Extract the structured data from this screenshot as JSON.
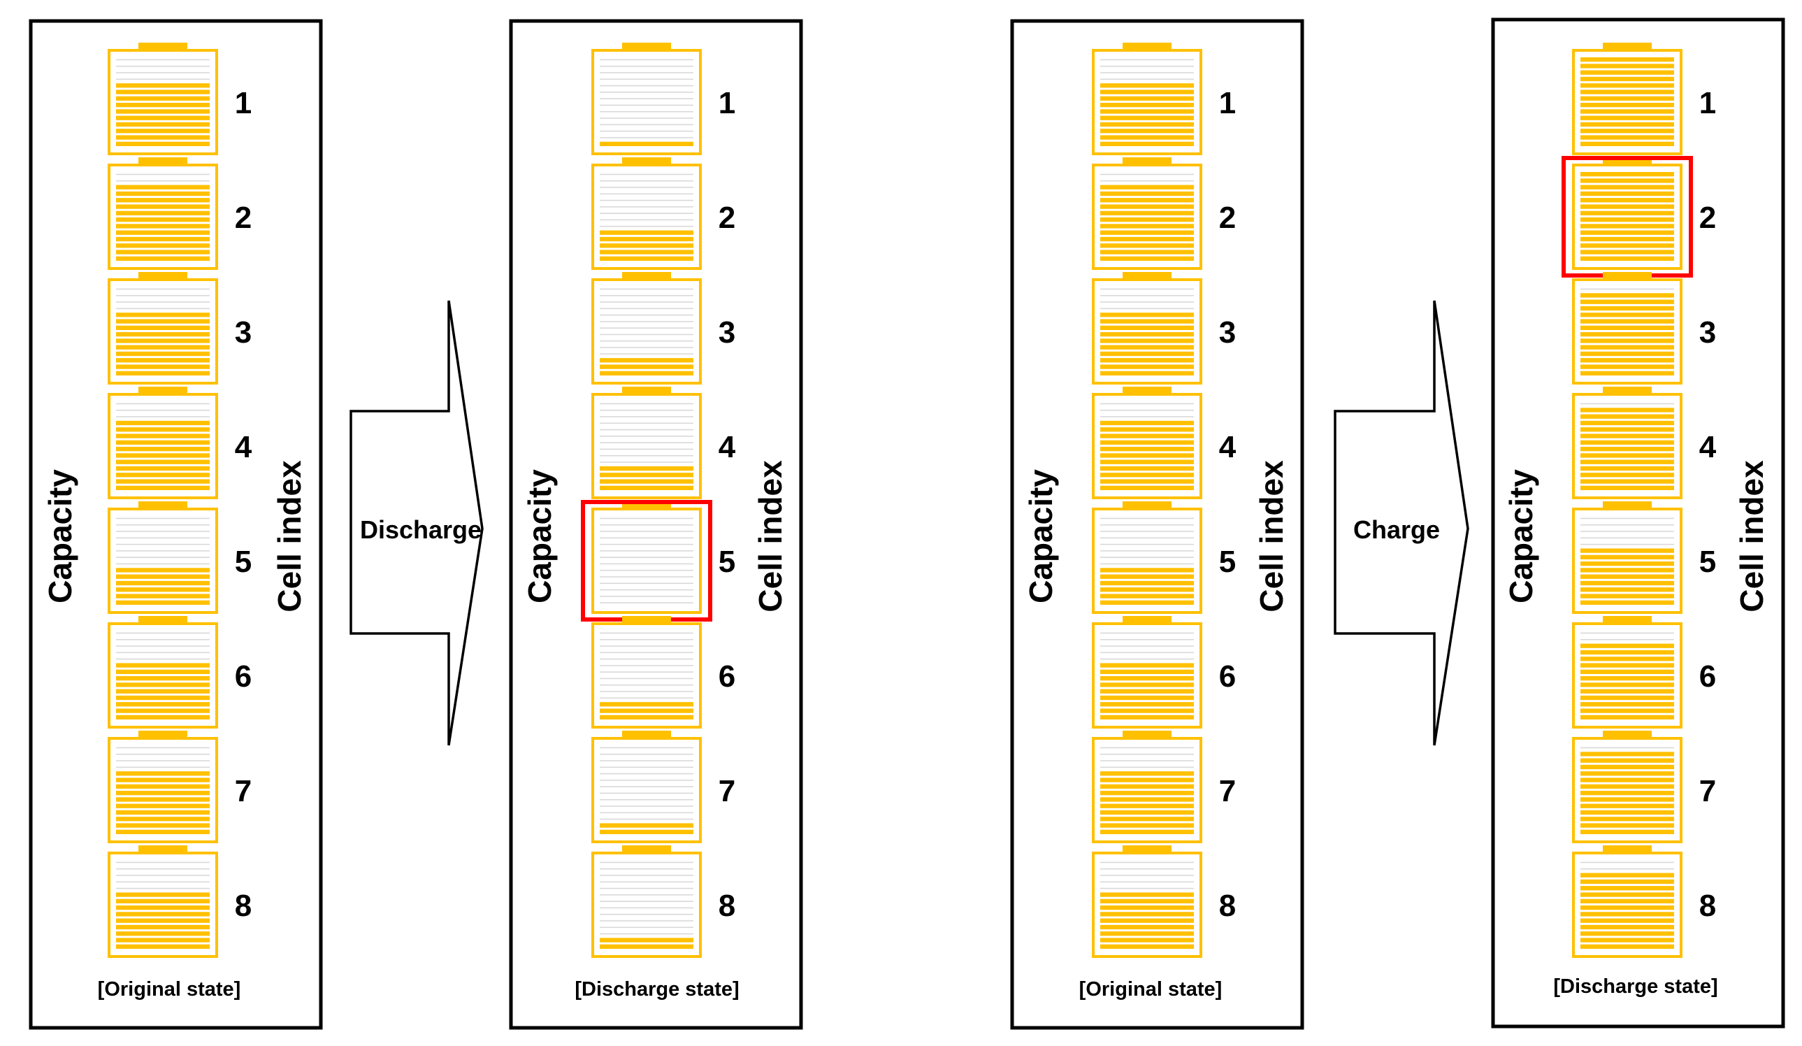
{
  "colors": {
    "fill": "#ffc000",
    "empty_line": "#d9d9d9",
    "frame": "#000000",
    "highlight": "#ff0000"
  },
  "left_group": {
    "before": {
      "caption": "[Original state]",
      "capacity_label": "Capacity",
      "cell_index_label": "Cell index",
      "cells": [
        {
          "index": "1",
          "filled_lines": 10
        },
        {
          "index": "2",
          "filled_lines": 12
        },
        {
          "index": "3",
          "filled_lines": 10
        },
        {
          "index": "4",
          "filled_lines": 11
        },
        {
          "index": "5",
          "filled_lines": 6
        },
        {
          "index": "6",
          "filled_lines": 9
        },
        {
          "index": "7",
          "filled_lines": 10
        },
        {
          "index": "8",
          "filled_lines": 9
        }
      ],
      "highlight_cell": null
    },
    "arrow_label": "Discharge",
    "after": {
      "caption": "[Discharge state]",
      "capacity_label": "Capacity",
      "cell_index_label": "Cell index",
      "cells": [
        {
          "index": "1",
          "filled_lines": 1
        },
        {
          "index": "2",
          "filled_lines": 5
        },
        {
          "index": "3",
          "filled_lines": 3
        },
        {
          "index": "4",
          "filled_lines": 4
        },
        {
          "index": "5",
          "filled_lines": 0
        },
        {
          "index": "6",
          "filled_lines": 3
        },
        {
          "index": "7",
          "filled_lines": 2
        },
        {
          "index": "8",
          "filled_lines": 2
        }
      ],
      "highlight_cell": "5"
    }
  },
  "right_group": {
    "before": {
      "caption": "[Original state]",
      "capacity_label": "Capacity",
      "cell_index_label": "Cell index",
      "cells": [
        {
          "index": "1",
          "filled_lines": 10
        },
        {
          "index": "2",
          "filled_lines": 12
        },
        {
          "index": "3",
          "filled_lines": 10
        },
        {
          "index": "4",
          "filled_lines": 11
        },
        {
          "index": "5",
          "filled_lines": 6
        },
        {
          "index": "6",
          "filled_lines": 9
        },
        {
          "index": "7",
          "filled_lines": 10
        },
        {
          "index": "8",
          "filled_lines": 9
        }
      ],
      "highlight_cell": null
    },
    "arrow_label": "Charge",
    "after": {
      "caption": "[Discharge state]",
      "capacity_label": "Capacity",
      "cell_index_label": "Cell index",
      "cells": [
        {
          "index": "1",
          "filled_lines": 14
        },
        {
          "index": "2",
          "filled_lines": 14
        },
        {
          "index": "3",
          "filled_lines": 13
        },
        {
          "index": "4",
          "filled_lines": 13
        },
        {
          "index": "5",
          "filled_lines": 9
        },
        {
          "index": "6",
          "filled_lines": 12
        },
        {
          "index": "7",
          "filled_lines": 13
        },
        {
          "index": "8",
          "filled_lines": 12
        }
      ],
      "highlight_cell": "2"
    }
  }
}
